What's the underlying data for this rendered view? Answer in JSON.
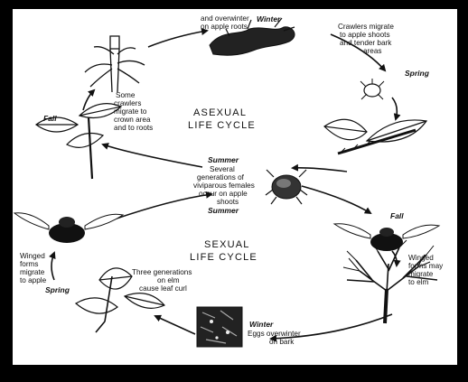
{
  "diagram": {
    "center_labels": {
      "asexual": [
        "ASEXUAL",
        "LIFE CYCLE"
      ],
      "sexual": [
        "SEXUAL",
        "LIFE CYCLE"
      ]
    },
    "seasons": {
      "winter_top": "Winter",
      "spring_right": "Spring",
      "fall_right": "Fall",
      "winter_bottom": "Winter",
      "spring_left": "Spring",
      "fall_left": "Fall",
      "summer_top": "Summer",
      "summer_bottom": "Summer"
    },
    "captions": {
      "overwinter_roots": [
        "and overwinter",
        "on apple roots"
      ],
      "crawlers_migrate": [
        "Crawlers migrate",
        "to apple shoots",
        "and tender bark",
        "areas"
      ],
      "some_crawlers": [
        "Some",
        "crawlers",
        "migrate to",
        "crown area",
        "and to roots"
      ],
      "viviparous": [
        "Several",
        "generations of",
        "viviparous females",
        "occur on apple",
        "shoots"
      ],
      "winged_elm": [
        "Winged",
        "forms may",
        "migrate",
        "to elm"
      ],
      "winged_apple": [
        "Winged",
        "forms",
        "migrate",
        "to apple"
      ],
      "three_generations": [
        "Three generations",
        "on elm",
        "cause leaf curl"
      ],
      "eggs_overwinter": [
        "Eggs overwinter",
        "on bark"
      ]
    }
  }
}
